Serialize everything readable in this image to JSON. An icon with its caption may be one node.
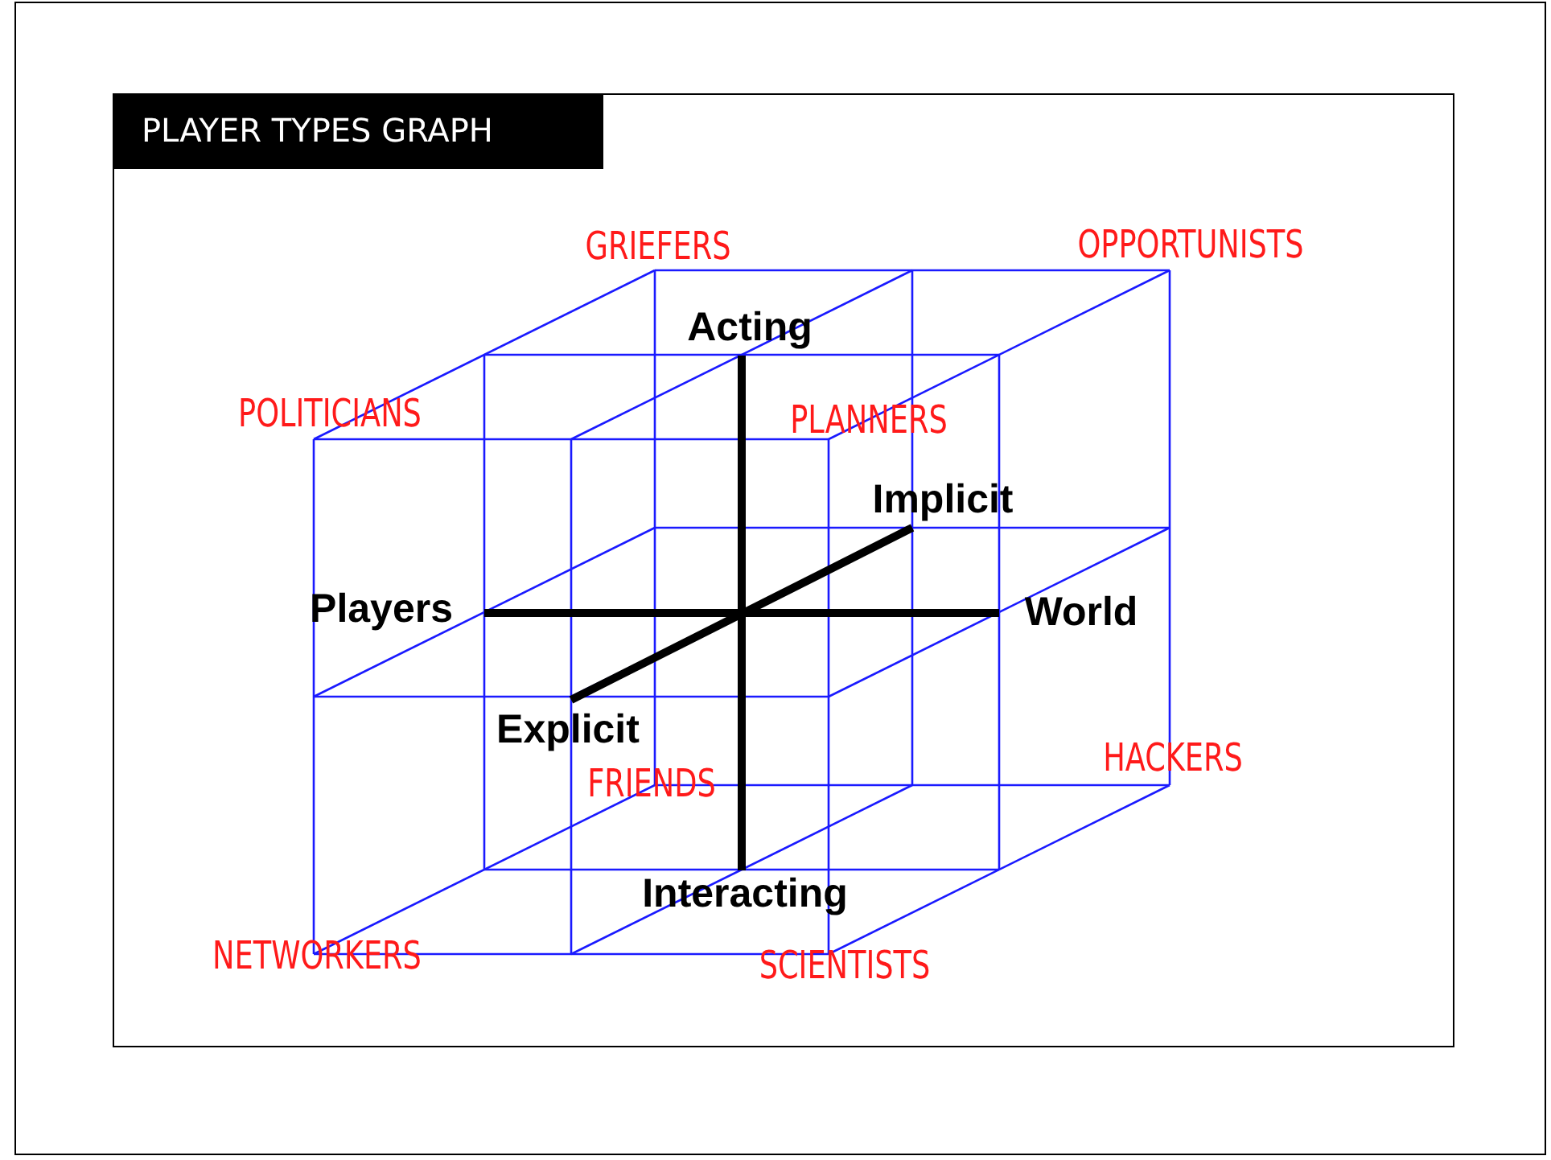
{
  "diagram": {
    "title": "PLAYER TYPES GRAPH",
    "labels": [
      "GRIEFERS",
      "OPPORTUNISTS",
      "Acting",
      "POLITICIANS",
      "PLANNERS",
      "Implicit",
      "Players",
      "World",
      "Explicit",
      "FRIENDS",
      "HACKERS",
      "Interacting",
      "NETWORKERS",
      "SCIENTISTS"
    ]
  }
}
